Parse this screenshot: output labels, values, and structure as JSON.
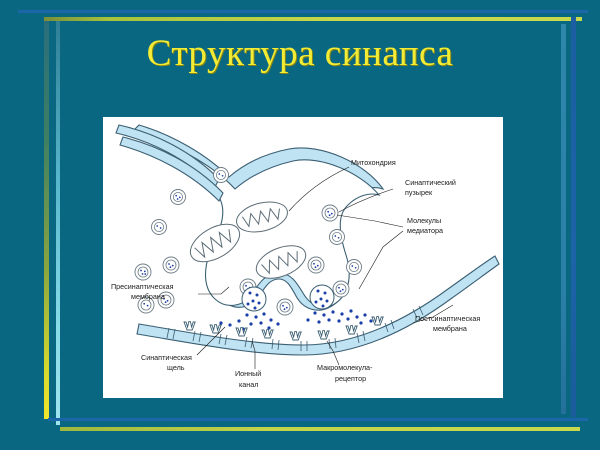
{
  "slide": {
    "title": "Структура синапса",
    "background_color": "#0a6781",
    "title_color": "#f3ec36",
    "panel_color": "#ffffff"
  },
  "frame": {
    "top_blue_color": "#1a66a8",
    "top_green_color": "#c9d94c",
    "left_cyan_color": "#87dbe8",
    "left_gradient_from": "#2a6e7c",
    "left_gradient_to": "#f2e52c",
    "right_blue_color": "#1b5fa2",
    "right_cyan_color": "#2f86ab",
    "bottom_blue_color": "#1a66a8",
    "bottom_green_color": "#c9d94c"
  },
  "diagram": {
    "name": "synapse-structure-diagram",
    "membrane_fill": "#bfe3f2",
    "membrane_stroke": "#3b5f73",
    "vesicle_dot_color": "#1b3fa8",
    "labels": {
      "mitochondria": "Митохондрия",
      "synaptic_vesicle_line1": "Синаптический",
      "synaptic_vesicle_line2": "пузырек",
      "mediator_molecules_line1": "Молекулы",
      "mediator_molecules_line2": "медиатора",
      "presynaptic_membrane_line1": "Пресинаптическая",
      "presynaptic_membrane_line2": "мембрана",
      "postsynaptic_membrane_line1": "Постсинаптическая",
      "postsynaptic_membrane_line2": "мембрана",
      "synaptic_cleft_line1": "Синаптическая",
      "synaptic_cleft_line2": "щель",
      "ion_channel_line1": "Ионный",
      "ion_channel_line2": "канал",
      "macromolecule_receptor_line1": "Макромолекула-",
      "macromolecule_receptor_line2": "рецептор"
    }
  }
}
